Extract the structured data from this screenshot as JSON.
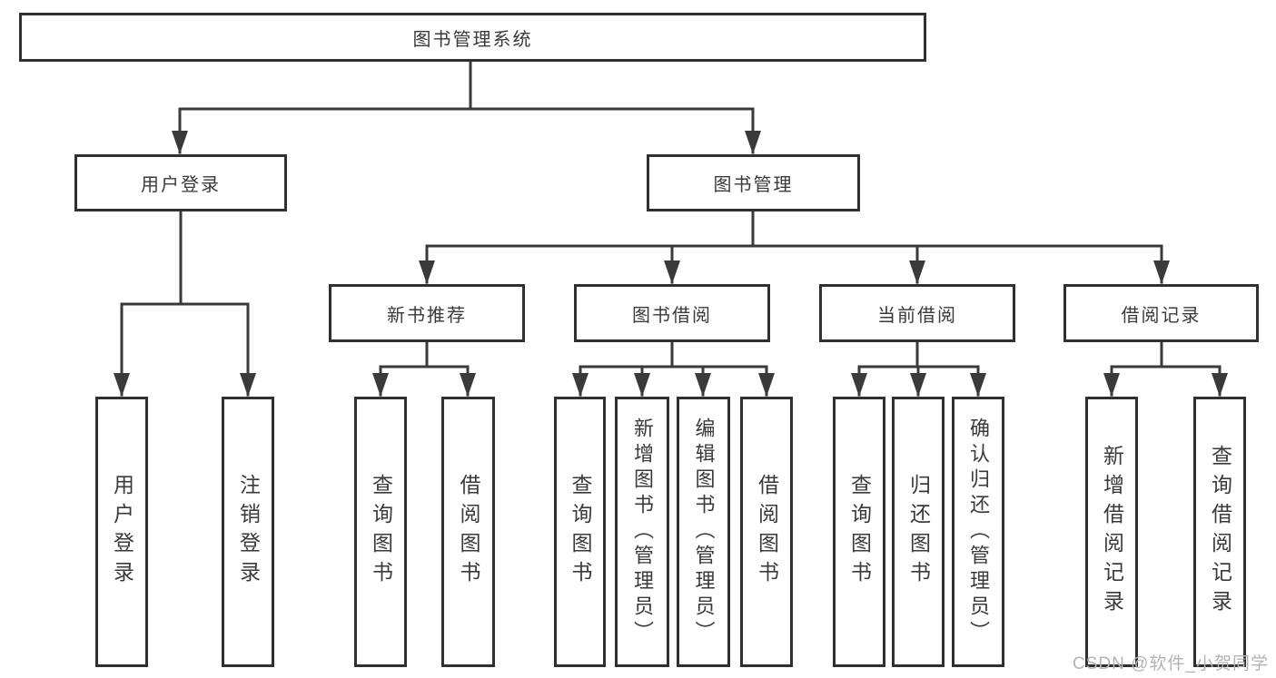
{
  "tree": {
    "label": "图书管理系统",
    "children": [
      {
        "label": "用户登录",
        "children": [
          {
            "label": "用户登录"
          },
          {
            "label": "注销登录"
          }
        ]
      },
      {
        "label": "图书管理",
        "children": [
          {
            "label": "新书推荐",
            "children": [
              {
                "label": "查询图书"
              },
              {
                "label": "借阅图书"
              }
            ]
          },
          {
            "label": "图书借阅",
            "children": [
              {
                "label": "查询图书"
              },
              {
                "label": "新增图书（管理员）"
              },
              {
                "label": "编辑图书（管理员）"
              },
              {
                "label": "借阅图书"
              }
            ]
          },
          {
            "label": "当前借阅",
            "children": [
              {
                "label": "查询图书"
              },
              {
                "label": "归还图书"
              },
              {
                "label": "确认归还（管理员）"
              }
            ]
          },
          {
            "label": "借阅记录",
            "children": [
              {
                "label": "新增借阅记录"
              },
              {
                "label": "查询借阅记录"
              }
            ]
          }
        ]
      }
    ]
  },
  "watermark": {
    "text": "CSDN @软件_小贺同学"
  },
  "colors": {
    "line": "#3a3a3a",
    "box_border": "#303030",
    "text": "#3a3a3a",
    "watermark": "#b3b3b3",
    "background": "#ffffff"
  }
}
